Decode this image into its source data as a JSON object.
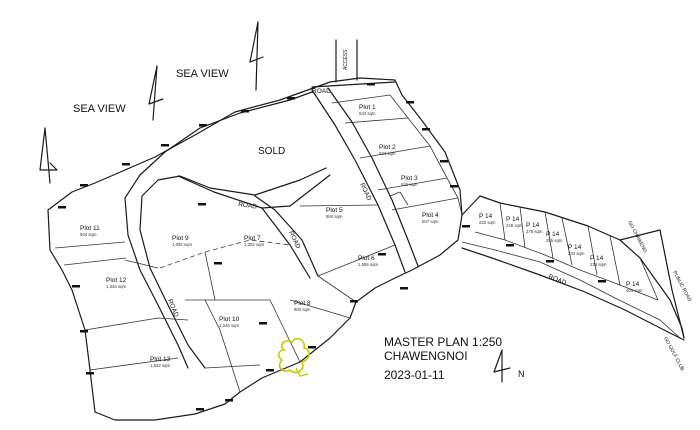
{
  "labels": {
    "sea_view_1": "SEA VIEW",
    "sea_view_2": "SEA VIEW",
    "sold": "SOLD",
    "road_1": "ROAD",
    "road_2": "ROAD",
    "road_3": "ROAD",
    "road_4": "ROAD",
    "road_5": "ROAD",
    "road_6": "ROAD",
    "access": "ACCESS",
    "public_road": "PUBLIC ROAD",
    "go_chaweng": "GO CHAWENG",
    "go_golf_club": "GO GOLF CLUB"
  },
  "title": {
    "line1": "MASTER PLAN  1:250",
    "line2": "CHAWENGNOI",
    "line3": "2023-01-11"
  },
  "north": "N",
  "plots": [
    {
      "name": "Plot 1",
      "area": "534 sqm"
    },
    {
      "name": "Plot 2",
      "area": "524 sqm"
    },
    {
      "name": "Plot 3",
      "area": "531 sqm"
    },
    {
      "name": "Plot 4",
      "area": "507 sqm"
    },
    {
      "name": "Plot 5",
      "area": "884 sqm"
    },
    {
      "name": "Plot 6",
      "area": "1,555 sqm"
    },
    {
      "name": "Plot 7",
      "area": "1,302 sqm"
    },
    {
      "name": "Plot 8",
      "area": "900 sqm"
    },
    {
      "name": "Plot 9",
      "area": "1,092 sqm"
    },
    {
      "name": "Plot 10",
      "area": "1,046 sqm"
    },
    {
      "name": "Plot 11",
      "area": "944 sqm"
    },
    {
      "name": "Plot 12",
      "area": "1,334 sqm"
    },
    {
      "name": "Plot 13",
      "area": "1,632 sqm"
    },
    {
      "name": "P 14",
      "area": "232 sqm"
    },
    {
      "name": "P 14",
      "area": "248 sqm"
    },
    {
      "name": "P 14",
      "area": "276 sqm"
    },
    {
      "name": "P 14",
      "area": "255 sqm"
    },
    {
      "name": "P 14",
      "area": "233 sqm"
    },
    {
      "name": "P 14",
      "area": "234 sqm"
    },
    {
      "name": "P 14",
      "area": "404 sqm"
    }
  ],
  "colors": {
    "line": "#1a1a1a",
    "tree_outline": "#c8c800",
    "background": "#ffffff"
  }
}
